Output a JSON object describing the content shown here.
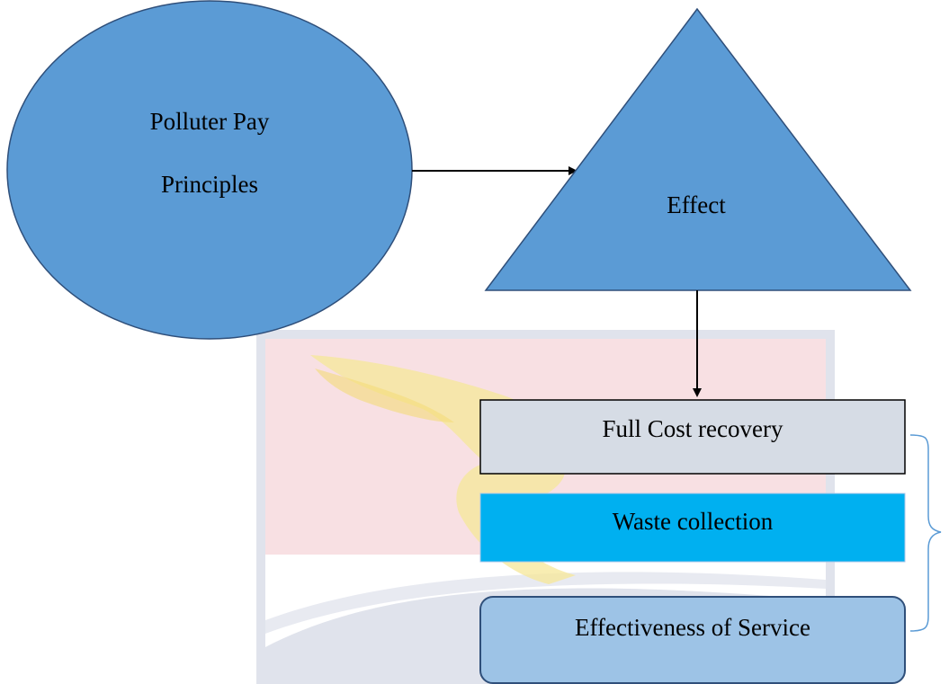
{
  "colors": {
    "ellipse_fill": "#5b9bd5",
    "triangle_fill": "#5b9bd5",
    "shape_stroke": "#2f4f7a",
    "box_gray_fill": "#d6dce5",
    "box_cyan_fill": "#00b0f0",
    "box_light_blue_fill": "#9dc3e6",
    "watermark_pink": "#f5d0d4",
    "watermark_gray": "#dde0ea",
    "watermark_gold": "#f6e58d",
    "bracket": "#5b9bd5"
  },
  "diagram": {
    "ellipse": {
      "line1": "Polluter Pay",
      "line2": "Principles"
    },
    "triangle": {
      "label": "Effect"
    },
    "boxes": {
      "full_cost": "Full Cost recovery",
      "waste": "Waste collection",
      "effectiveness": "Effectiveness of Service"
    }
  }
}
